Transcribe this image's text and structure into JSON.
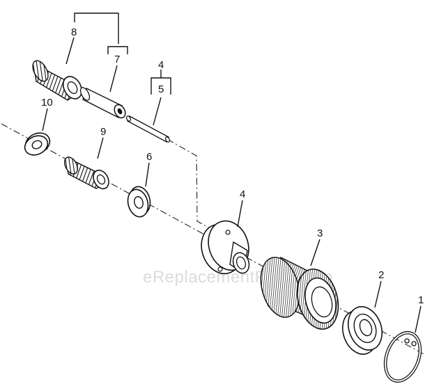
{
  "callouts": {
    "c1": "1",
    "c2": "2",
    "c3": "3",
    "c4a": "4",
    "c4b": "4",
    "c5": "5",
    "c6": "6",
    "c7": "7",
    "c8": "8",
    "c9": "9",
    "c10": "10"
  },
  "watermark": "eReplacementParts.com"
}
